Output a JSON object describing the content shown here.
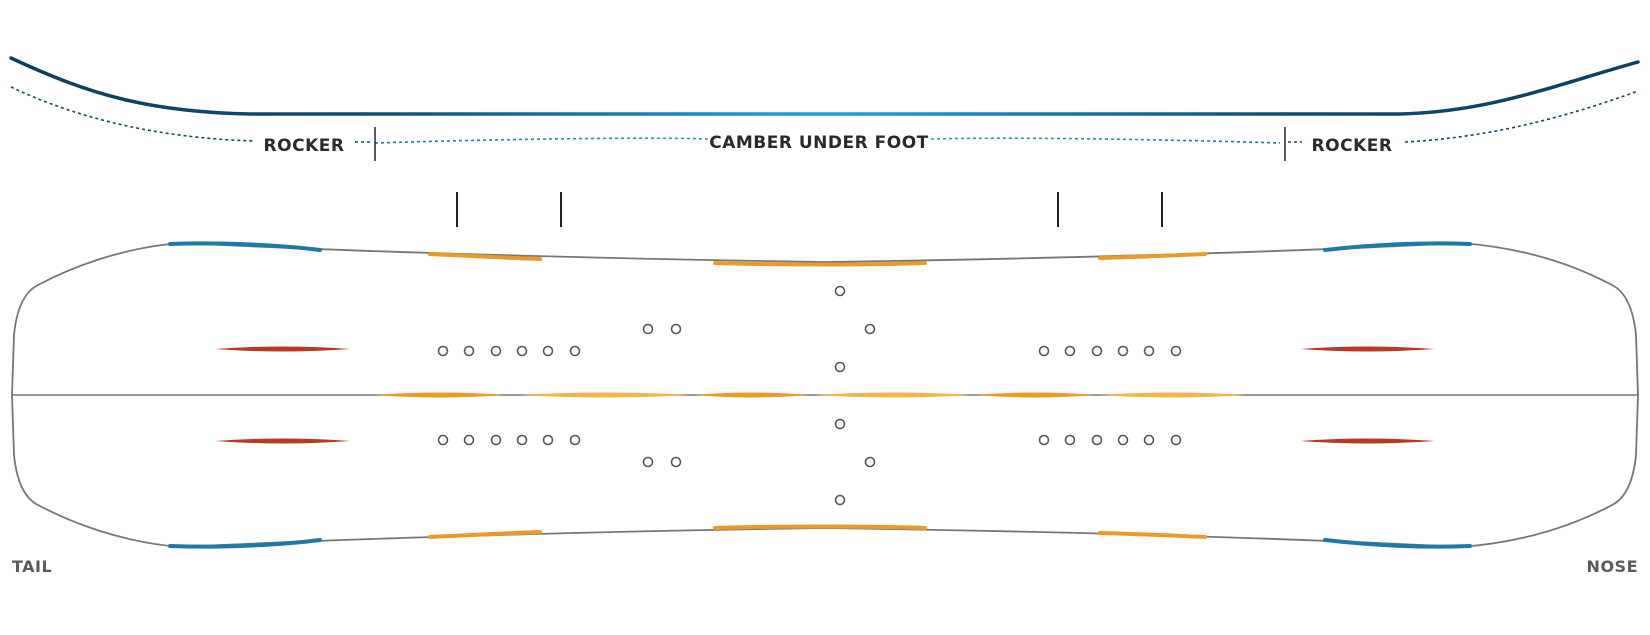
{
  "profile": {
    "zones": {
      "tail_rocker": "ROCKER",
      "center_camber": "CAMBER UNDER FOOT",
      "nose_rocker": "ROCKER"
    }
  },
  "board": {
    "ends": {
      "tail": "TAIL",
      "nose": "NOSE"
    },
    "insert_pattern": {
      "tail_binding_rows": 2,
      "tail_binding_holes_per_row": 6,
      "nose_binding_rows": 2,
      "nose_binding_holes_per_row": 6
    }
  },
  "colors": {
    "profile_dark": "#0d3d5c",
    "profile_light": "#1aa5dc",
    "dotted_line": "#2272a0",
    "outline": "#777777",
    "sidecut_blue": "#1b7aa6",
    "sidecut_orange": "#eb9a28",
    "sidecut_orange_light": "#f4b44a",
    "tip_red": "#b83a22",
    "text_dark": "#2a2a2a",
    "text_grey": "#5a5a5a"
  }
}
